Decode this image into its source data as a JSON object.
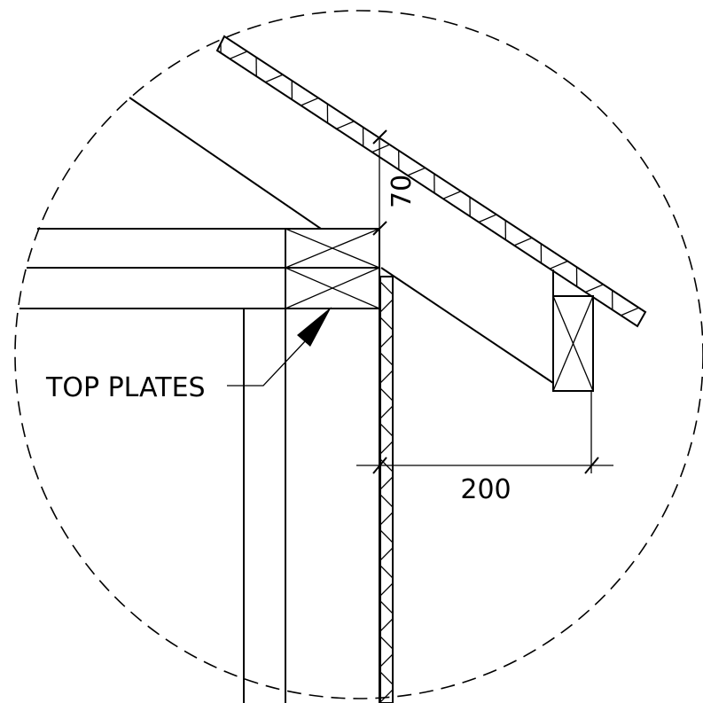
{
  "labels": {
    "top_plates": "TOP PLATES",
    "eave_overhang": "200",
    "roof_height": "70"
  },
  "colors": {
    "line": "#000000",
    "background": "#ffffff"
  }
}
